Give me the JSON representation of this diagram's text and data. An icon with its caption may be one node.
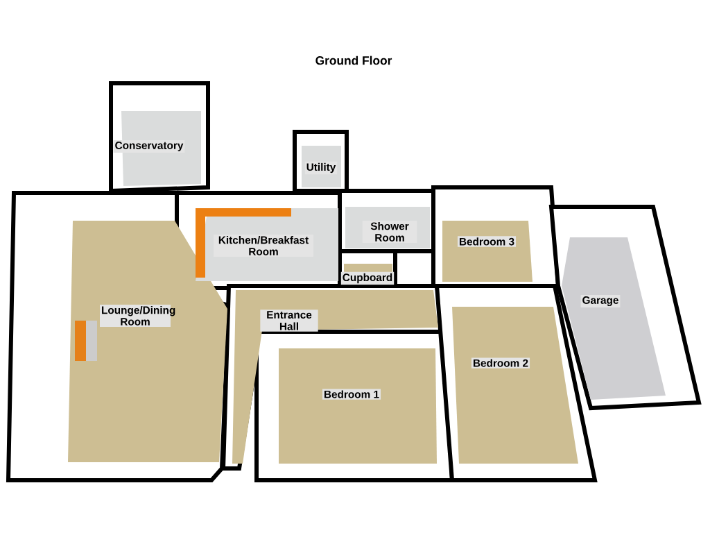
{
  "diagram": {
    "title": "Ground Floor",
    "nodes": [
      {
        "text": [
          "Conservatory"
        ]
      },
      {
        "text": [
          "Utility"
        ]
      },
      {
        "text": [
          "Shower Room"
        ]
      },
      {
        "text": [
          "Kitchen/Breakfast Room"
        ]
      },
      {
        "text": [
          "Bedroom 3"
        ]
      },
      {
        "text": [
          "Cupboard"
        ]
      },
      {
        "text": [
          "Garage"
        ]
      },
      {
        "text": [
          "Lounge/Dining Room"
        ]
      },
      {
        "text": [
          "Entrance Hall"
        ]
      },
      {
        "text": [
          "Bedroom 2"
        ]
      },
      {
        "text": [
          "Bedroom 1"
        ]
      }
    ]
  }
}
